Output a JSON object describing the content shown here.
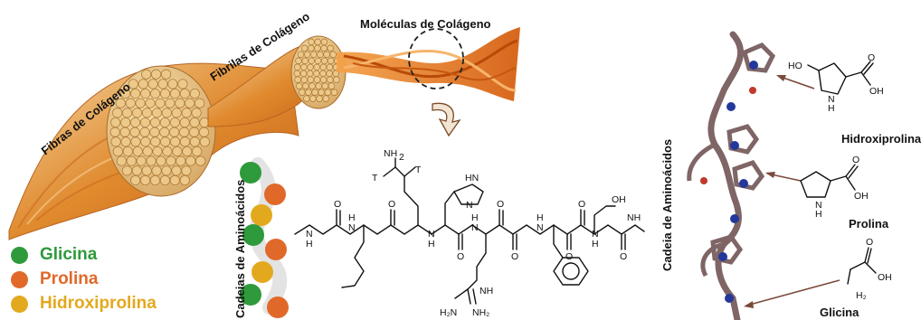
{
  "labels": {
    "fibras": "Fibras de Colágeno",
    "fibrilas": "Fibrilas de Colágeno",
    "moleculas": "Moléculas de Colágeno",
    "cadeias_left": "Cadeias de Aminoácidos",
    "cadeia_right": "Cadeia de Aminoácidos"
  },
  "legend": [
    {
      "label": "Glicina",
      "color": "#2e9a3b"
    },
    {
      "label": "Prolina",
      "color": "#e0692a"
    },
    {
      "label": "Hidroxiprolina",
      "color": "#e3a91e"
    }
  ],
  "chem_labels": {
    "nh2_top": "NH",
    "nh2_top_sub": "2",
    "t": "T",
    "n": "N",
    "h": "H",
    "o": "O",
    "oh": "OH",
    "nh": "NH",
    "hn": "HN",
    "h2n": "H₂N",
    "nh2_bottom": "NH₂",
    "h2": "H₂",
    "ho": "HO"
  },
  "molecule_names": {
    "hidroxiprolina": "Hidroxiprolina",
    "prolina": "Prolina",
    "glicina": "Glicina"
  },
  "colors": {
    "orange": "#e07a22",
    "tan": "#e9c98d",
    "stick": "#8a6e6e",
    "blue": "#23389a"
  }
}
